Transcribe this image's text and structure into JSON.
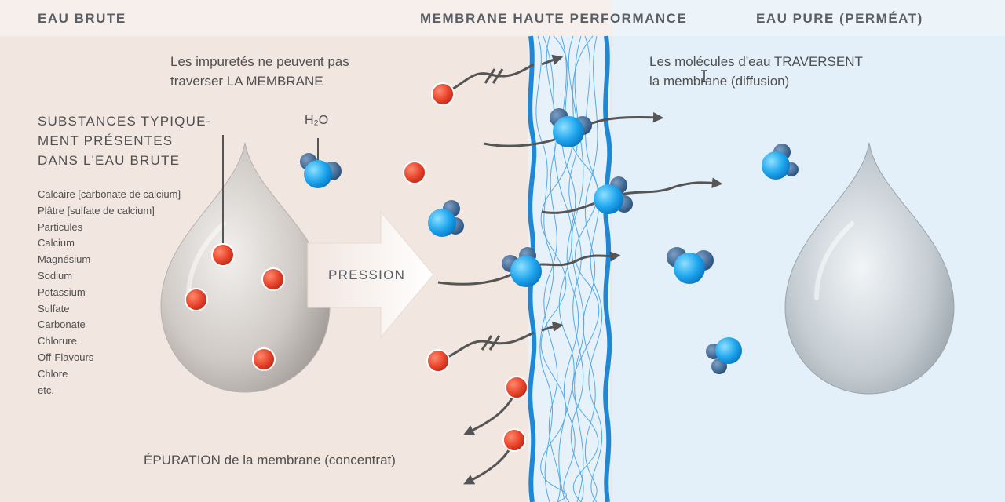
{
  "headers": {
    "raw": "EAU BRUTE",
    "membrane": "MEMBRANE HAUTE PERFORMANCE",
    "pure": "EAU PURE (PERMÉAT)"
  },
  "labels": {
    "impurities_line1": "Les impuretés ne peuvent pas",
    "impurities_line2": "traverser LA MEMBRANE",
    "water_line1": "Les molécules d'eau TRAVERSENT",
    "water_line2": "la membrane (diffusion)",
    "h2o": "H₂O",
    "pressure": "PRESSION",
    "purification": "ÉPURATION de la membrane (concentrat)"
  },
  "substances": {
    "title_lines": [
      "SUBSTANCES TYPIQUE-",
      "MENT PRÉSENTES",
      "DANS L'EAU BRUTE"
    ],
    "items": [
      "Calcaire [carbonate de calcium]",
      "Plâtre [sulfate de calcium]",
      "Particules",
      "Calcium",
      "Magnésium",
      "Sodium",
      "Potassium",
      "Sulfate",
      "Carbonate",
      "Chlorure",
      "Off-Flavours",
      "Chlore",
      "etc."
    ]
  },
  "colors": {
    "raw_bg": "#f2e6e0",
    "pure_bg": "#e4f0f9",
    "membrane": "#1e88d6",
    "impurity": "#e24a33",
    "water": "#1fa6ee",
    "water_dark": "#2e5f8e",
    "arrow": "#555555"
  }
}
